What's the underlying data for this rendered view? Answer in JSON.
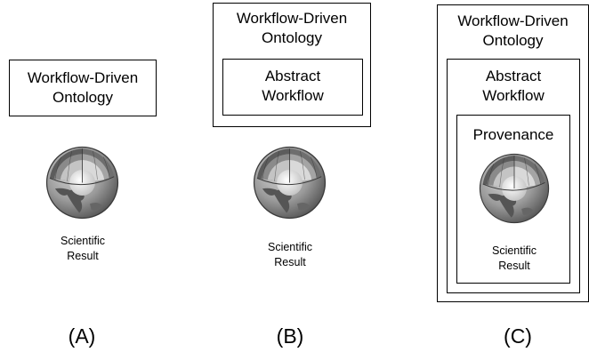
{
  "labels": {
    "ontology": "Workflow-Driven\nOntology",
    "abstract_workflow": "Abstract\nWorkflow",
    "provenance": "Provenance",
    "scientific_result": "Scientific\nResult"
  },
  "panels": [
    "(A)",
    "(B)",
    "(C)"
  ]
}
